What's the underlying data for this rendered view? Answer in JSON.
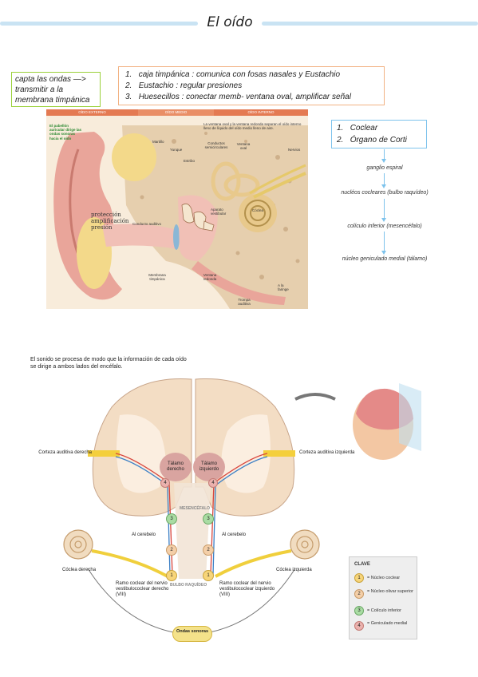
{
  "page": {
    "title": "El oído"
  },
  "notes": {
    "green": {
      "lines": [
        "capta las ondas —>",
        "transmitir a la",
        "membrana timpánica"
      ]
    },
    "orange": {
      "items": [
        {
          "num": "1.",
          "text": "caja timpánica : comunica con fosas nasales y Eustachio"
        },
        {
          "num": "2.",
          "text": "Eustachio : regular presiones"
        },
        {
          "num": "3.",
          "text": "Huesecillos : conectar memb- ventana oval, amplificar señal"
        }
      ]
    },
    "blue": {
      "items": [
        {
          "num": "1.",
          "text": "Coclear"
        },
        {
          "num": "2.",
          "text": "Órgano de Corti"
        }
      ]
    }
  },
  "flow": [
    "ganglio espiral",
    "nucléos cocleares (bulbo raquídeo)",
    "colículo inferior (mesencéfalo)",
    "núcleo geniculado medial (tálamo)"
  ],
  "ear_diagram": {
    "headers": [
      "OÍDO EXTERNO",
      "OÍDO MEDIO",
      "OÍDO INTERNO"
    ],
    "labels": {
      "pabellon": "El pabellón auricular dirige las ondas sonoras hacia el oído",
      "martillo": "Martillo",
      "yunque": "Yunque",
      "estribo": "Estribo",
      "ventana_desc": "La ventana oval y la ventana redonda separan el oído interno lleno de líquido del oído medio lleno de aire.",
      "conductos": "Conductos semicirculares",
      "ventana_oval": "Ventana oval",
      "nervios": "Nervios",
      "aparato": "Aparato vestibular",
      "coclea": "Cóclea",
      "conducto_auditivo": "Conducto auditivo",
      "membrana": "Membrana timpánica",
      "ventana_redonda": "Ventana redonda",
      "faringe": "A la faringe",
      "trompa": "Trompa auditiva"
    },
    "handwritten": [
      "protección",
      "amplificación",
      "presión"
    ]
  },
  "brain_diagram": {
    "caption": [
      "El sonido se procesa de modo que la información de cada oído",
      "se dirige a ambos lados del encéfalo."
    ],
    "labels": {
      "corteza_der": "Corteza auditiva derecha",
      "corteza_izq": "Corteza auditiva izquierda",
      "talamo_der": "Tálamo derecho",
      "talamo_izq": "Tálamo izquierdo",
      "mesencefalo": "MESENCÉFALO",
      "cerebelo_l": "Al cerebelo",
      "cerebelo_r": "Al cerebelo",
      "bulbo": "BULBO RAQUÍDEO",
      "coclea_der": "Cóclea derecha",
      "coclea_izq": "Cóclea izquierda",
      "ramo_der": "Ramo coclear del nervio vestibulococlear derecho (VIII)",
      "ramo_izq": "Ramo coclear del nervio vestibulococlear izquierdo (VIII)",
      "ondas": "Ondas sonoras"
    },
    "node_numbers": [
      "1",
      "2",
      "3",
      "4"
    ],
    "clave": {
      "title": "CLAVE",
      "items": [
        {
          "num": "1",
          "text": "= Núcleo coclear",
          "color": "#f7d57a"
        },
        {
          "num": "2",
          "text": "= Núcleo olivar superior",
          "color": "#f4cfa8"
        },
        {
          "num": "3",
          "text": "= Colículo inferior",
          "color": "#a9dca3"
        },
        {
          "num": "4",
          "text": "= Geniculado medial",
          "color": "#eab1ad"
        }
      ]
    }
  },
  "colors": {
    "accent_blue": "#c9e3f3",
    "green": "#9bd13a",
    "orange": "#f2b384",
    "blue": "#7ec3ec"
  }
}
